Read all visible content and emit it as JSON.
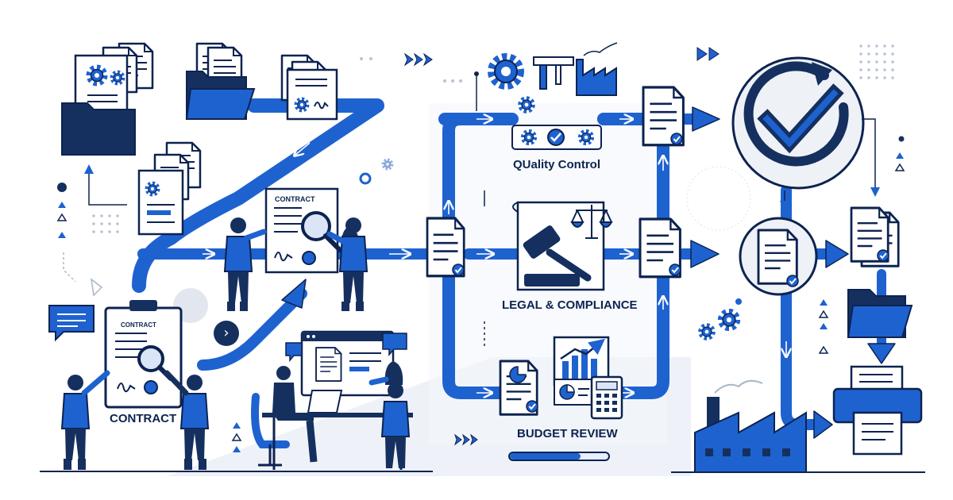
{
  "labels": {
    "quality_control": "QUality Control",
    "legal_compliance": "LEGAL & COMPLIANCE",
    "budget_review": "BUDGET REVIEW",
    "contract_main": "CONTRACT",
    "contract_document": "CONTRACT",
    "contract_board": "CONTRACT"
  },
  "next_button": {
    "glyph": "›"
  },
  "budget_progress": {
    "fraction": 0.72
  },
  "colors": {
    "primary_blue": "#1e62d0",
    "navy": "#0d2350",
    "light_blue": "#dbe5f7",
    "gray": "#a9b6c9"
  },
  "icons": [
    "folder-icon",
    "gear-icon",
    "document-icon",
    "signature-icon",
    "magnifier-icon",
    "gavel-icon",
    "scales-icon",
    "factory-icon",
    "caliper-icon",
    "bar-chart-icon",
    "pie-chart-icon",
    "calculator-icon",
    "checkmark-icon",
    "refresh-check-icon",
    "printer-icon",
    "speech-bubble-icon",
    "laptop-icon",
    "fast-forward-icon"
  ]
}
